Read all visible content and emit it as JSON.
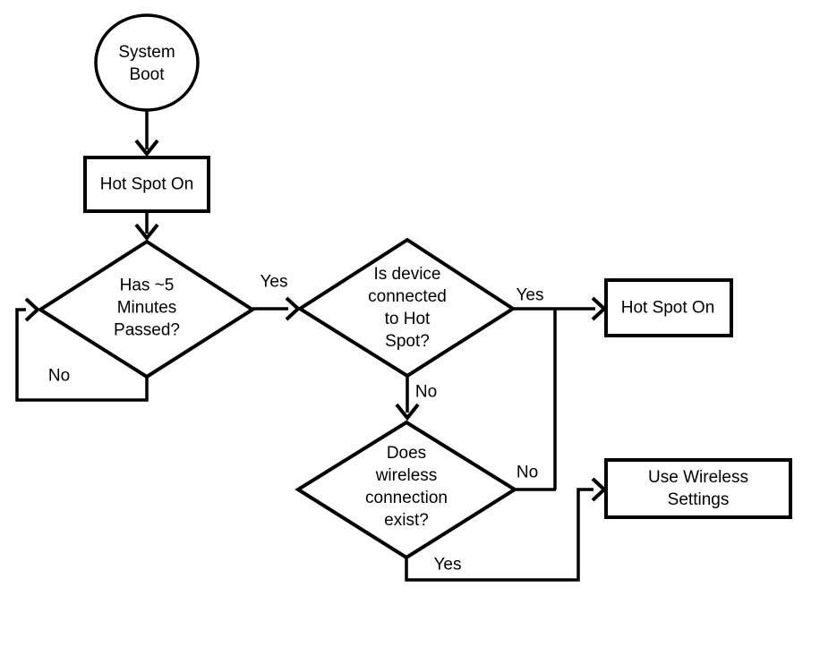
{
  "diagram": {
    "colors": {
      "background": "#ffffff",
      "stroke": "#000000",
      "node_fill": "#ffffff",
      "text": "#000000"
    },
    "nodes": {
      "system_boot": {
        "shape": "circle",
        "label": "System\nBoot"
      },
      "hot_spot_on_1": {
        "shape": "rectangle",
        "label": "Hot Spot On"
      },
      "has_minutes_passed": {
        "shape": "diamond",
        "label": "Has ~5\nMinutes\nPassed?"
      },
      "is_device_connected": {
        "shape": "diamond",
        "label": "Is device\nconnected\nto Hot\nSpot?"
      },
      "hot_spot_on_2": {
        "shape": "rectangle",
        "label": "Hot Spot On"
      },
      "does_wireless_exist": {
        "shape": "diamond",
        "label": "Does\nwireless\nconnection\nexist?"
      },
      "use_wireless_settings": {
        "shape": "rectangle",
        "label": "Use Wireless Settings"
      }
    },
    "edge_labels": {
      "has_minutes_yes": "Yes",
      "has_minutes_no": "No",
      "device_connected_yes": "Yes",
      "device_connected_no": "No",
      "wireless_exists_no": "No",
      "wireless_exists_yes": "Yes"
    }
  }
}
